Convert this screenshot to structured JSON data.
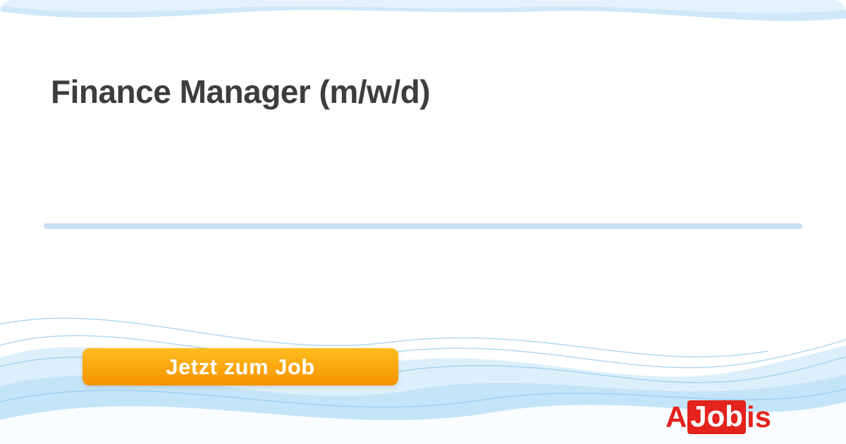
{
  "job": {
    "title": "Finance Manager (m/w/d)"
  },
  "cta": {
    "label": "Jetzt zum Job"
  },
  "logo": {
    "prefix": "A",
    "highlight": "Job",
    "suffix": "is"
  },
  "colors": {
    "title_text": "#3d3d3d",
    "divider": "#c9def2",
    "button_gradient_top": "#ffbd1f",
    "button_gradient_bottom": "#f79300",
    "button_text": "#ffffff",
    "brand_red": "#e3231c",
    "wave_blue_light": "#ddeffb",
    "wave_blue_medium": "#bfe2f7",
    "wave_line": "#8ec8ec"
  }
}
